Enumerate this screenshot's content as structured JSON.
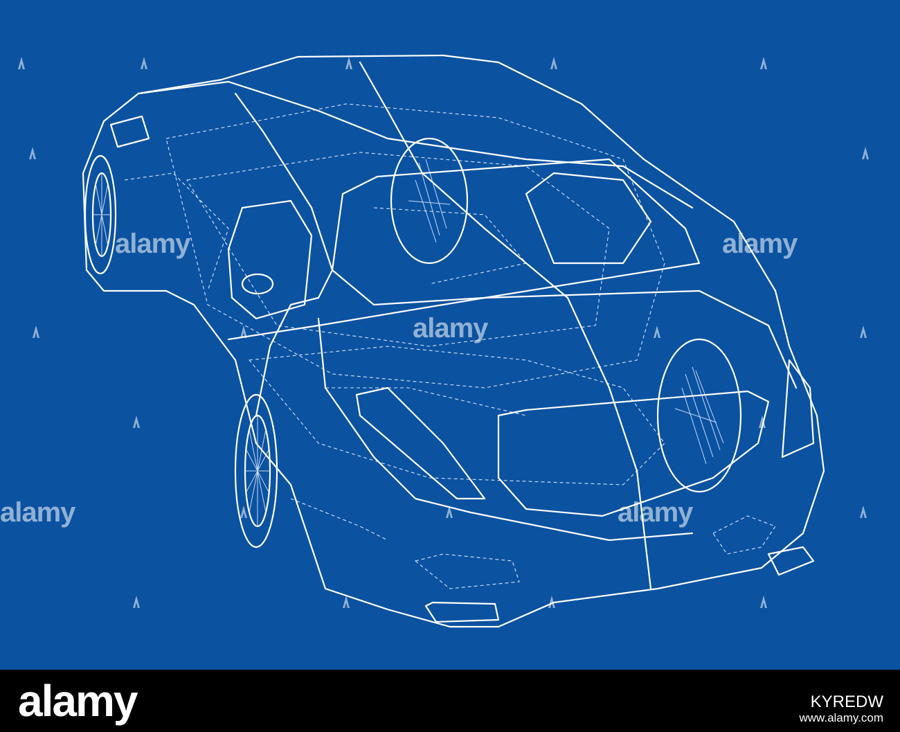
{
  "image": {
    "background_color": "#0b52a1",
    "line_color": "#ffffff",
    "subject": "car-wireframe"
  },
  "watermark": {
    "text": "alamy",
    "small_mark_icon": "alamy-a-icon"
  },
  "footer": {
    "logo_text": "alamy",
    "image_id": "KYREDW",
    "url": "www.alamy.com"
  }
}
